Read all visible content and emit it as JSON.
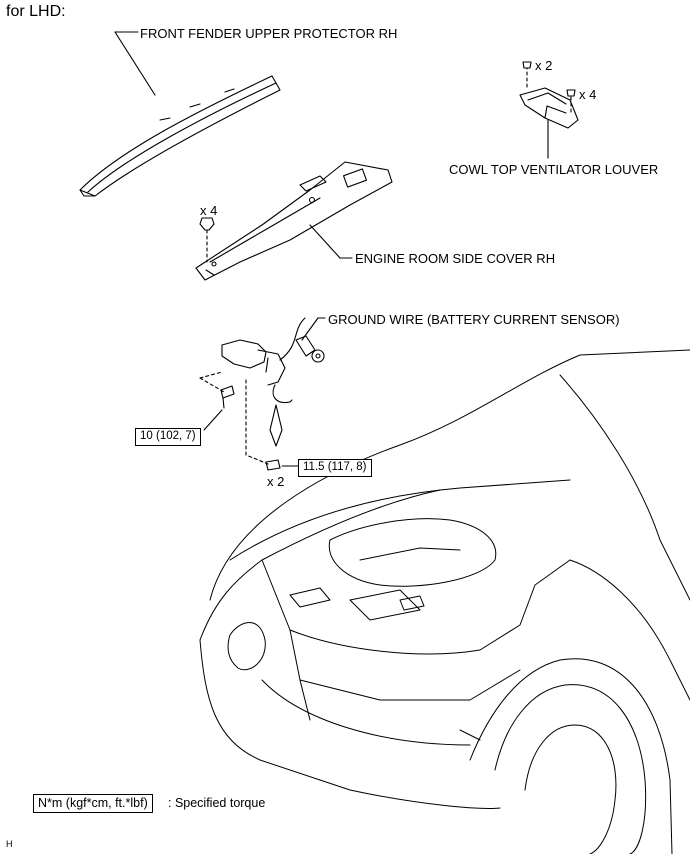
{
  "header": {
    "label": "for LHD:"
  },
  "callouts": {
    "front_fender": "FRONT FENDER UPPER PROTECTOR RH",
    "cowl_louver": "COWL TOP VENTILATOR LOUVER",
    "engine_cover": "ENGINE ROOM SIDE COVER RH",
    "ground_wire": "GROUND WIRE (BATTERY CURRENT SENSOR)"
  },
  "quantities": {
    "cowl_clip_top": "x 2",
    "cowl_clip_right": "x 4",
    "engine_cover_clip": "x 4",
    "bolt_bottom": "x 2"
  },
  "torques": {
    "bolt_left": "10 (102, 7)",
    "bolt_bottom": "11.5 (117, 8)"
  },
  "legend": {
    "unit_box": "N*m (kgf*cm, ft.*lbf)",
    "description": ": Specified torque"
  },
  "footer": {
    "mark": "H"
  }
}
